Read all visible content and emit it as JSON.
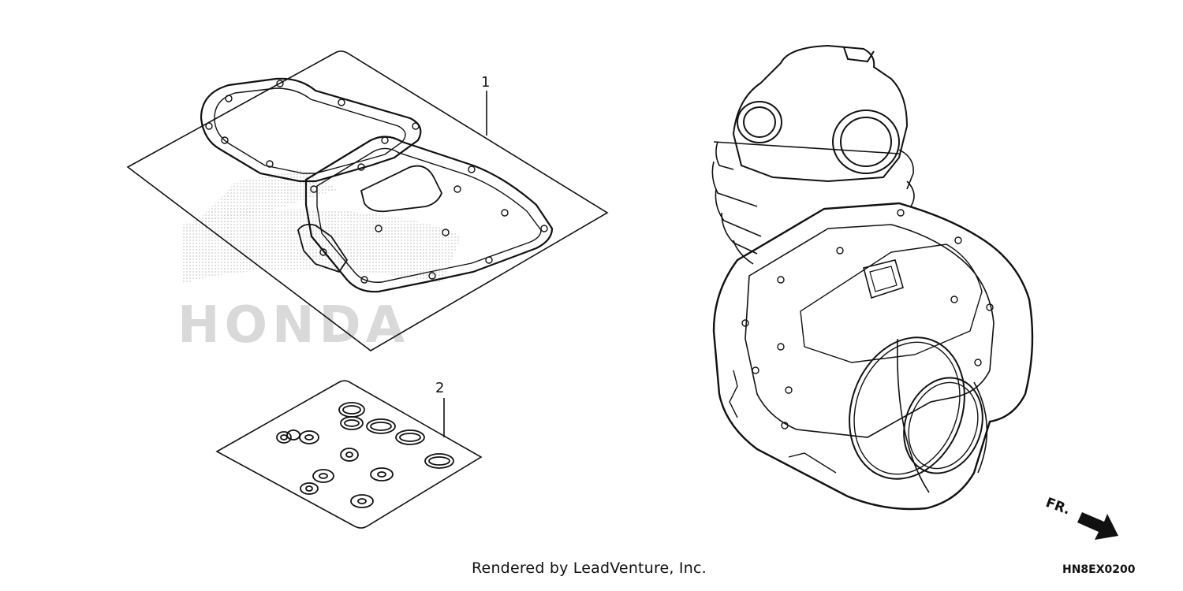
{
  "watermark": {
    "brand": "HONDA"
  },
  "callouts": {
    "item_1": "1",
    "item_2": "2"
  },
  "footer": {
    "credit": "Rendered by LeadVenture, Inc.",
    "diagram_code": "HN8EX0200"
  },
  "direction_marker": {
    "label": "FR.",
    "icon": "front-arrow-icon"
  }
}
